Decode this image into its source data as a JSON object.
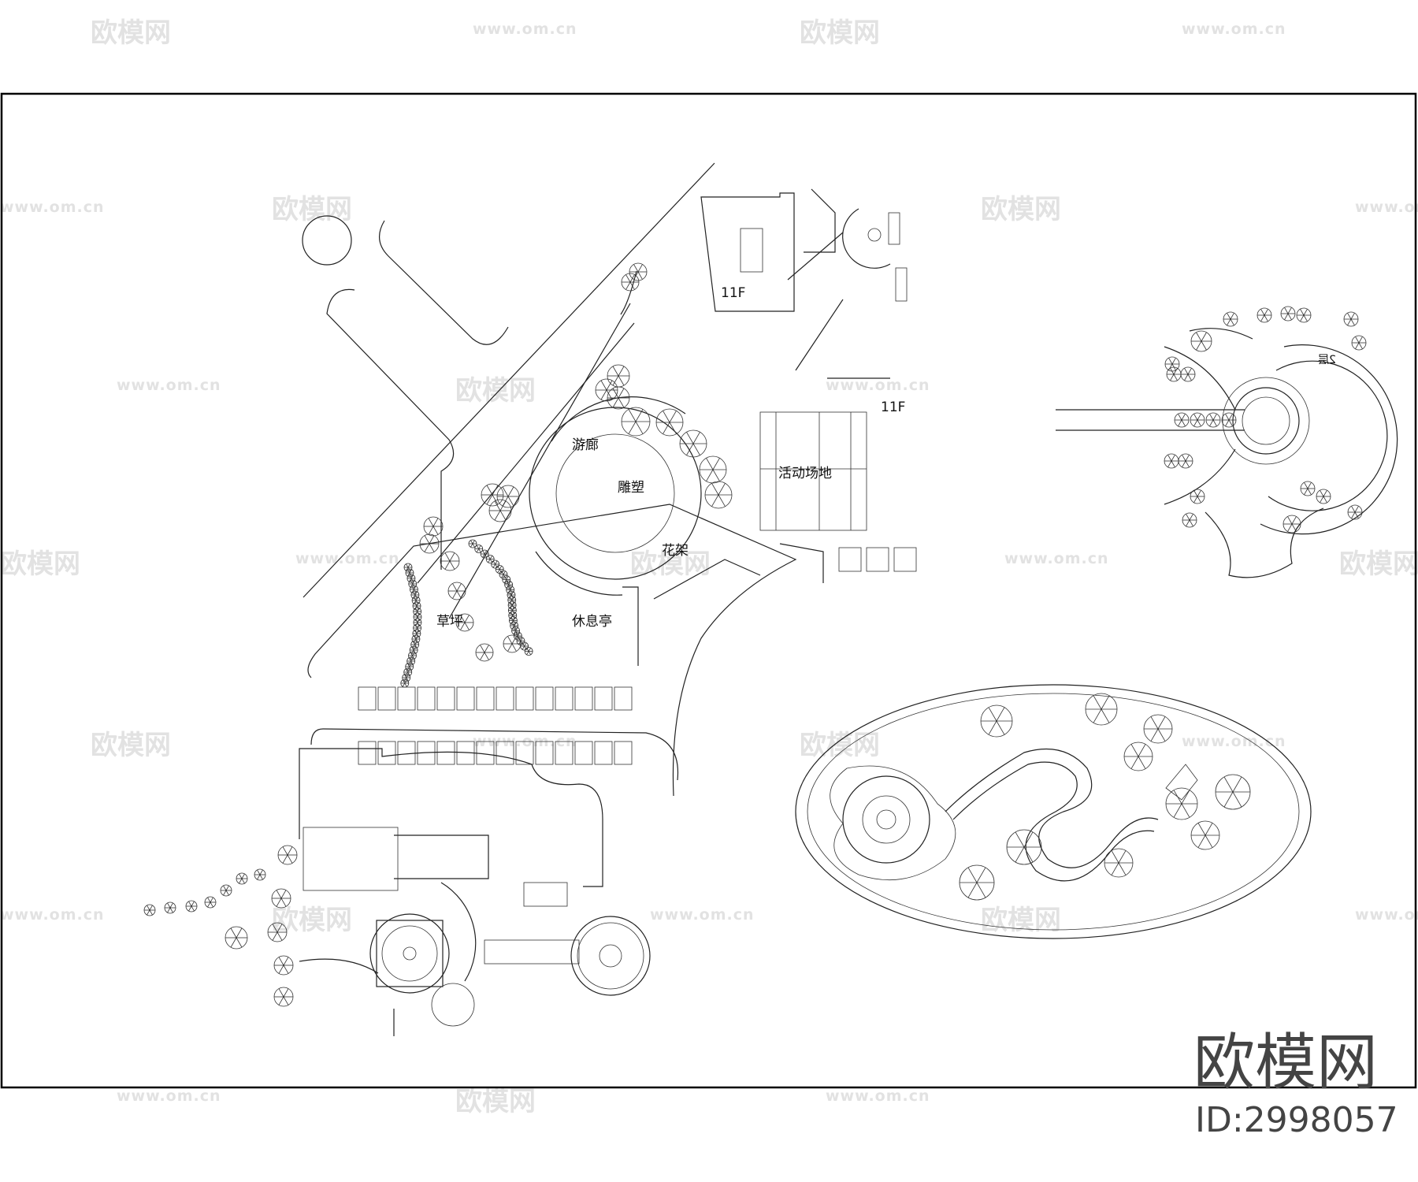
{
  "drawing": {
    "labels": {
      "building_floors_1": "11F",
      "building_floors_2": "11F",
      "corridor": "游廊",
      "sculpture": "雕塑",
      "activity_ground": "活动场地",
      "pergola": "花架",
      "lawn": "草坪",
      "pavilion": "休息亭",
      "second_floor": "2层"
    }
  },
  "watermark": {
    "logo_text": "欧模网",
    "url_text": "www.om.cn"
  },
  "brand": {
    "name": "欧模网",
    "id": "ID:2998057"
  },
  "colors": {
    "line": "#222222",
    "watermark": "#e2e2e2",
    "brand": "#444444"
  }
}
